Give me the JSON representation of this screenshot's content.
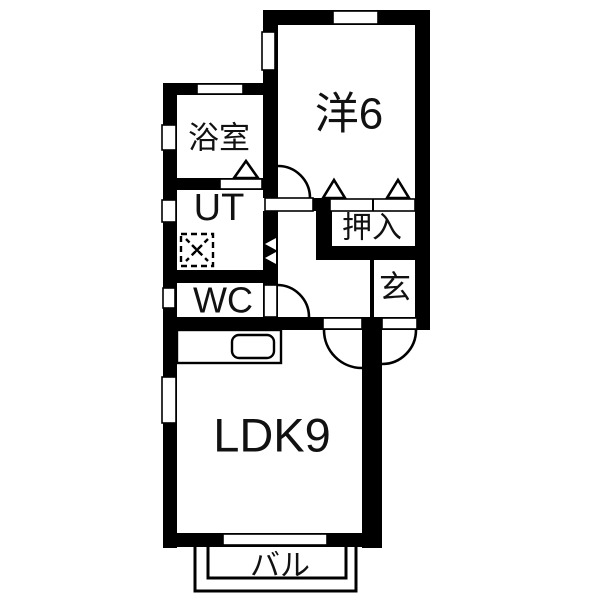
{
  "colors": {
    "wall": "#000000",
    "background": "#ffffff",
    "text": "#111111"
  },
  "rooms": {
    "western_room": {
      "label": "洋6"
    },
    "bathroom": {
      "label": "浴室"
    },
    "utility": {
      "label": "UT"
    },
    "toilet": {
      "label": "WC"
    },
    "closet": {
      "label": "押入"
    },
    "entrance": {
      "label": "玄"
    },
    "ldk": {
      "label": "LDK9"
    },
    "balcony": {
      "label": "バル"
    }
  }
}
